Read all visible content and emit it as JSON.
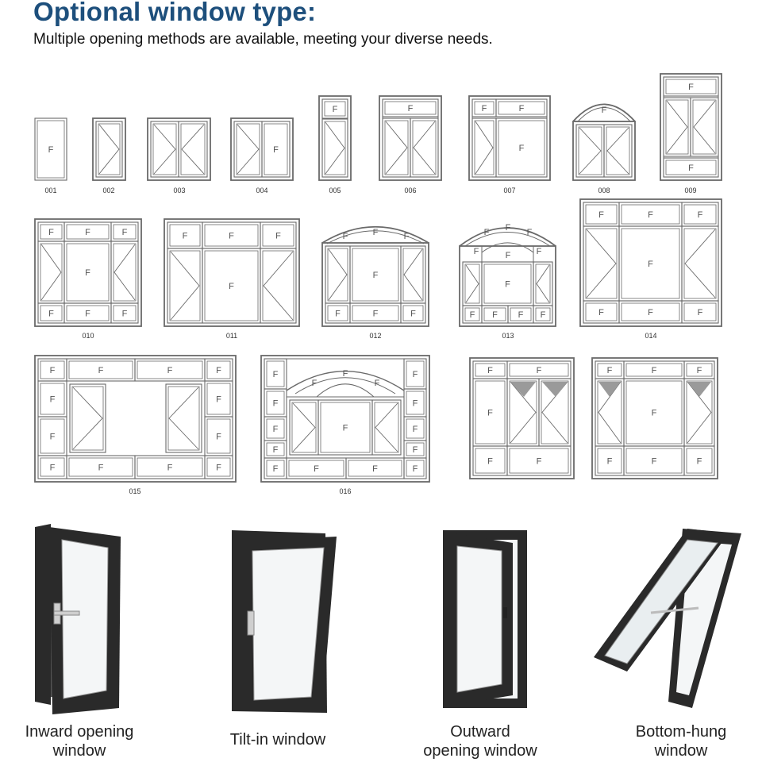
{
  "header": {
    "title": "Optional window type:",
    "subtitle": "Multiple opening methods are available, meeting your diverse needs."
  },
  "fixed_label": "F",
  "styles": [
    {
      "code": "001"
    },
    {
      "code": "002"
    },
    {
      "code": "003"
    },
    {
      "code": "004"
    },
    {
      "code": "005"
    },
    {
      "code": "006"
    },
    {
      "code": "007"
    },
    {
      "code": "008"
    },
    {
      "code": "009"
    },
    {
      "code": "010"
    },
    {
      "code": "011"
    },
    {
      "code": "012"
    },
    {
      "code": "013"
    },
    {
      "code": "014"
    },
    {
      "code": "015"
    },
    {
      "code": "016"
    }
  ],
  "photos": [
    {
      "line1": "Inward opening",
      "line2": "window"
    },
    {
      "line1": "Tilt-in window",
      "line2": ""
    },
    {
      "line1": "Outward",
      "line2": "opening window"
    },
    {
      "line1": "Bottom-hung",
      "line2": "window"
    }
  ],
  "colors": {
    "title": "#1d4f7c",
    "frame": "#2a2a2a",
    "line": "#6a6a6a"
  }
}
